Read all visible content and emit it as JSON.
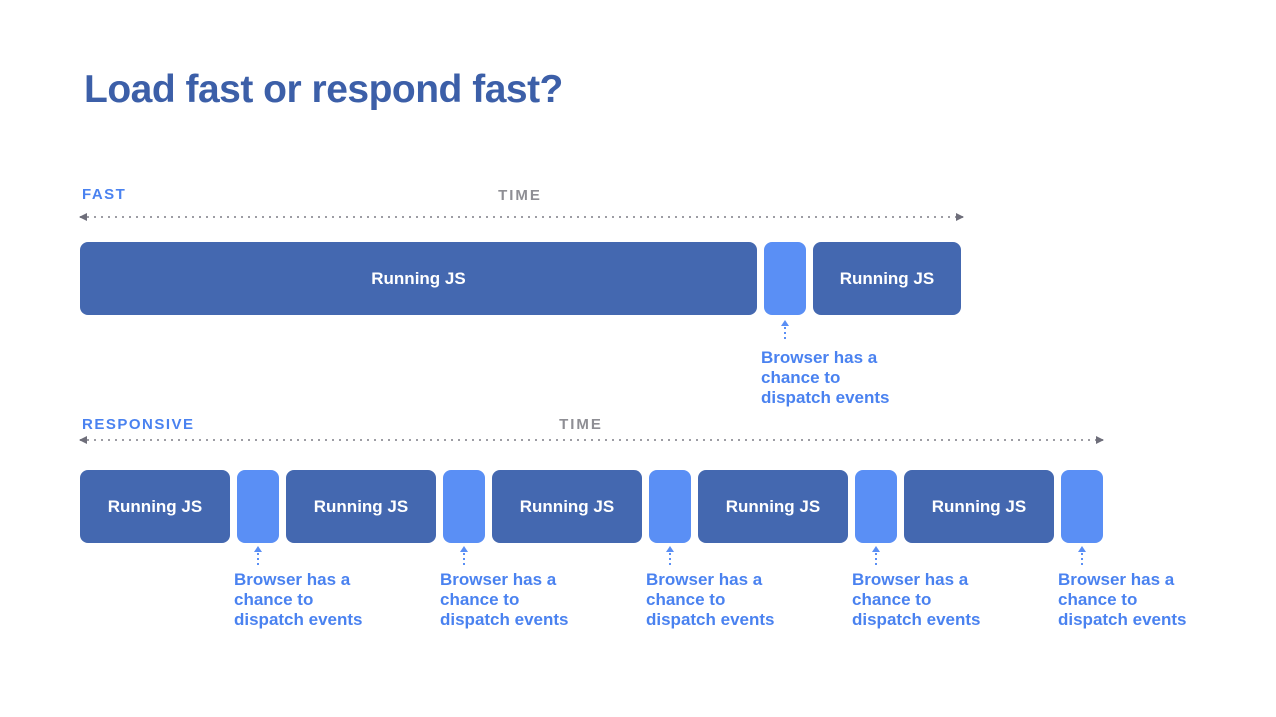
{
  "title": "Load fast or respond fast?",
  "colors": {
    "background": "#ffffff",
    "title_blue": "#3c5fa8",
    "bright_blue": "#4a82f0",
    "time_gray": "#8e8e94",
    "axis_dot_gray": "#9d9da4",
    "axis_arrow_gray": "#6e6e7a",
    "block_dark_blue": "#4468b0",
    "block_light_blue": "#5a8ff5",
    "block_label_white": "#ffffff"
  },
  "fast": {
    "label": "FAST",
    "time_label": "TIME",
    "js_blocks": [
      {
        "label": "Running JS"
      },
      {
        "label": "Running JS"
      }
    ],
    "annotations": [
      {
        "lines": [
          "Browser has a",
          "chance to",
          "dispatch events"
        ]
      }
    ]
  },
  "responsive": {
    "label": "RESPONSIVE",
    "time_label": "TIME",
    "js_blocks": [
      {
        "label": "Running JS"
      },
      {
        "label": "Running JS"
      },
      {
        "label": "Running JS"
      },
      {
        "label": "Running JS"
      },
      {
        "label": "Running JS"
      }
    ],
    "annotations": [
      {
        "lines": [
          "Browser has a",
          "chance to",
          "dispatch events"
        ]
      },
      {
        "lines": [
          "Browser has a",
          "chance to",
          "dispatch events"
        ]
      },
      {
        "lines": [
          "Browser has a",
          "chance to",
          "dispatch events"
        ]
      },
      {
        "lines": [
          "Browser has a",
          "chance to",
          "dispatch events"
        ]
      },
      {
        "lines": [
          "Browser has a",
          "chance to",
          "dispatch events"
        ]
      }
    ]
  }
}
